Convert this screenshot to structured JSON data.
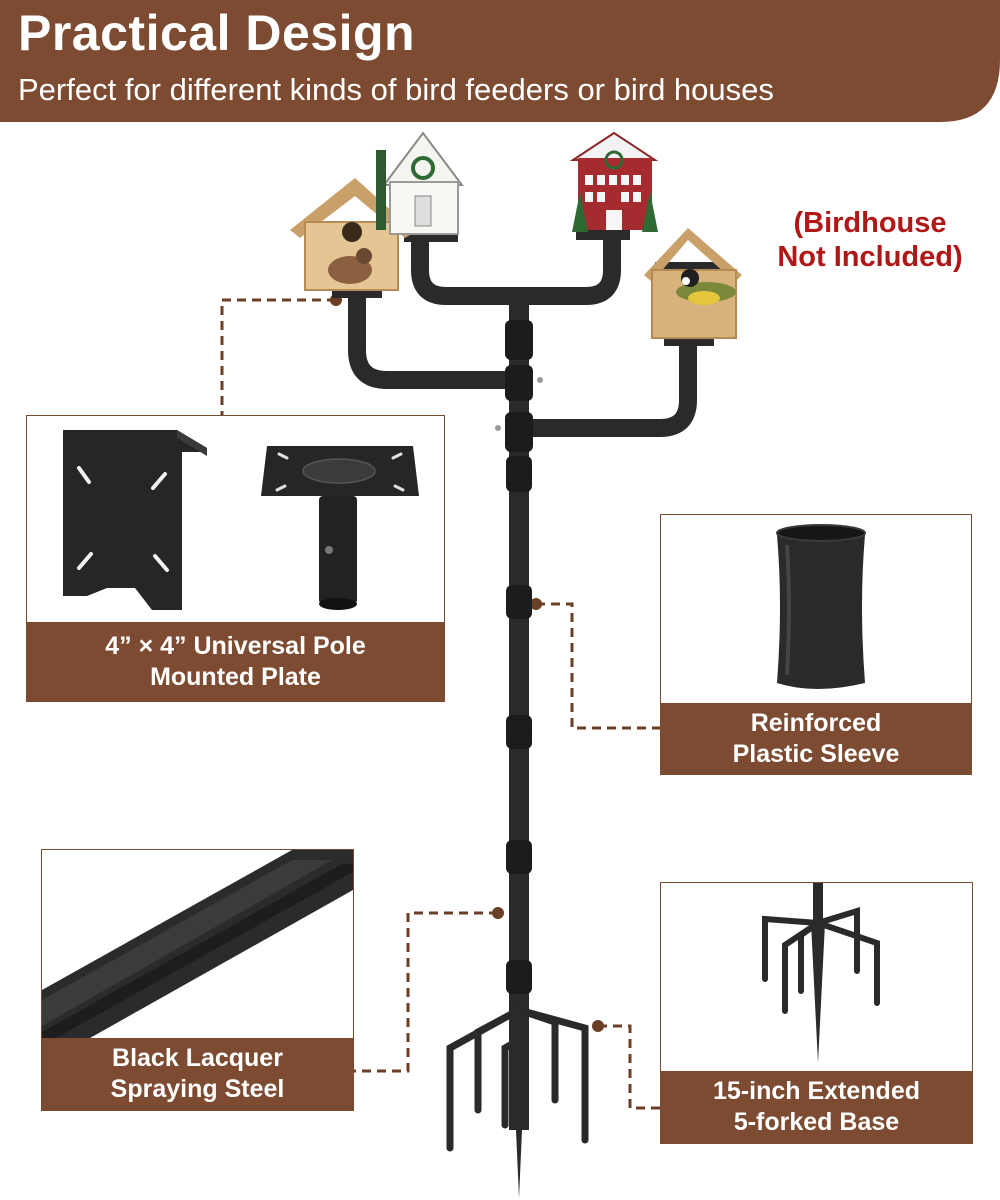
{
  "header": {
    "title": "Practical Design",
    "subtitle": "Perfect for different kinds of bird feeders or bird houses"
  },
  "notice": {
    "line1": "(Birdhouse",
    "line2": "Not Included)"
  },
  "features": {
    "plate": {
      "line1": "4” × 4” Universal Pole",
      "line2": "Mounted Plate"
    },
    "sleeve": {
      "line1": "Reinforced",
      "line2": "Plastic Sleeve"
    },
    "steel": {
      "line1": "Black Lacquer",
      "line2": "Spraying Steel"
    },
    "base": {
      "line1": "15-inch Extended",
      "line2": "5-forked Base"
    }
  },
  "colors": {
    "brand_brown": "#7d4b31",
    "notice_red": "#b01818",
    "pole_black": "#2a2a2a"
  }
}
